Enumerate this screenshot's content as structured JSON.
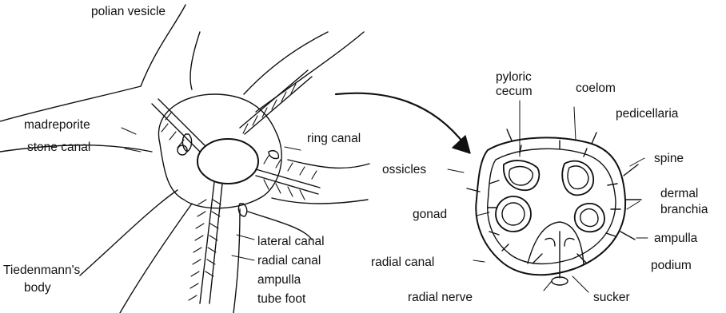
{
  "labels": {
    "polian_vesicle": "polian vesicle",
    "madreporite": "madreporite",
    "stone_canal": "stone canal",
    "ring_canal": "ring canal",
    "lateral_canal": "lateral canal",
    "radial_canal_left": "radial canal",
    "ampulla_left": "ampulla",
    "tube_foot": "tube foot",
    "tiedemanns_body_line1": "Tiedenmann's",
    "tiedemanns_body_line2": "body",
    "pyloric_cecum_line1": "pyloric",
    "pyloric_cecum_line2": "cecum",
    "coelom": "coelom",
    "pedicellaria": "pedicellaria",
    "spine": "spine",
    "dermal_branchia_line1": "dermal",
    "dermal_branchia_line2": "branchia",
    "ossicles": "ossicles",
    "gonad": "gonad",
    "ampulla_right": "ampulla",
    "radial_canal_right": "radial canal",
    "podium": "podium",
    "radial_nerve": "radial nerve",
    "sucker": "sucker"
  }
}
